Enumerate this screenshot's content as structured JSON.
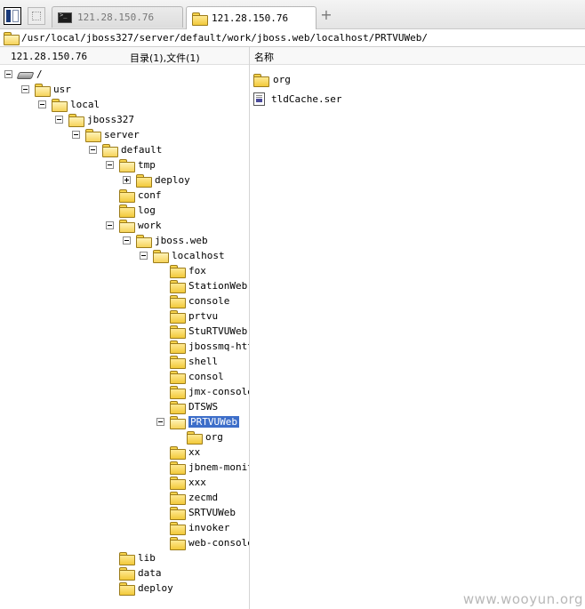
{
  "tabs": [
    {
      "label": "121.28.150.76",
      "icon": "terminal-icon",
      "active": false
    },
    {
      "label": "121.28.150.76",
      "icon": "folder-icon",
      "active": true
    }
  ],
  "add_tab_label": "+",
  "address": {
    "path": "/usr/local/jboss327/server/default/work/jboss.web/localhost/PRTVUWeb/"
  },
  "header": {
    "host": "121.28.150.76",
    "count": "目录(1),文件(1)",
    "name_column": "名称"
  },
  "tree": [
    {
      "label": "/",
      "depth": 0,
      "state": "open",
      "icon": "drive-icon"
    },
    {
      "label": "usr",
      "depth": 1,
      "state": "open"
    },
    {
      "label": "local",
      "depth": 2,
      "state": "open"
    },
    {
      "label": "jboss327",
      "depth": 3,
      "state": "open"
    },
    {
      "label": "server",
      "depth": 4,
      "state": "open"
    },
    {
      "label": "default",
      "depth": 5,
      "state": "open"
    },
    {
      "label": "tmp",
      "depth": 6,
      "state": "open"
    },
    {
      "label": "deploy",
      "depth": 7,
      "state": "closed"
    },
    {
      "label": "conf",
      "depth": 6,
      "state": "leaf"
    },
    {
      "label": "log",
      "depth": 6,
      "state": "leaf"
    },
    {
      "label": "work",
      "depth": 6,
      "state": "open"
    },
    {
      "label": "jboss.web",
      "depth": 7,
      "state": "open"
    },
    {
      "label": "localhost",
      "depth": 8,
      "state": "open"
    },
    {
      "label": "fox",
      "depth": 9,
      "state": "leaf"
    },
    {
      "label": "StationWeb",
      "depth": 9,
      "state": "leaf"
    },
    {
      "label": "console",
      "depth": 9,
      "state": "leaf"
    },
    {
      "label": "prtvu",
      "depth": 9,
      "state": "leaf"
    },
    {
      "label": "StuRTVUWeb",
      "depth": 9,
      "state": "leaf"
    },
    {
      "label": "jbossmq-http",
      "depth": 9,
      "state": "leaf"
    },
    {
      "label": "shell",
      "depth": 9,
      "state": "leaf"
    },
    {
      "label": "consol",
      "depth": 9,
      "state": "leaf"
    },
    {
      "label": "jmx-console",
      "depth": 9,
      "state": "leaf"
    },
    {
      "label": "DTSWS",
      "depth": 9,
      "state": "leaf"
    },
    {
      "label": "PRTVUWeb",
      "depth": 9,
      "state": "open",
      "selected": true
    },
    {
      "label": "org",
      "depth": 10,
      "state": "leaf"
    },
    {
      "label": "xx",
      "depth": 9,
      "state": "leaf"
    },
    {
      "label": "jbnem-monitor",
      "depth": 9,
      "state": "leaf"
    },
    {
      "label": "xxx",
      "depth": 9,
      "state": "leaf"
    },
    {
      "label": "zecmd",
      "depth": 9,
      "state": "leaf"
    },
    {
      "label": "SRTVUWeb",
      "depth": 9,
      "state": "leaf"
    },
    {
      "label": "invoker",
      "depth": 9,
      "state": "leaf"
    },
    {
      "label": "web-console",
      "depth": 9,
      "state": "leaf"
    },
    {
      "label": "lib",
      "depth": 6,
      "state": "leaf"
    },
    {
      "label": "data",
      "depth": 6,
      "state": "leaf"
    },
    {
      "label": "deploy",
      "depth": 6,
      "state": "leaf"
    }
  ],
  "files": [
    {
      "name": "org",
      "icon": "folder-icon"
    },
    {
      "name": "tldCache.ser",
      "icon": "ser-file-icon"
    }
  ],
  "watermark": "www.wooyun.org"
}
